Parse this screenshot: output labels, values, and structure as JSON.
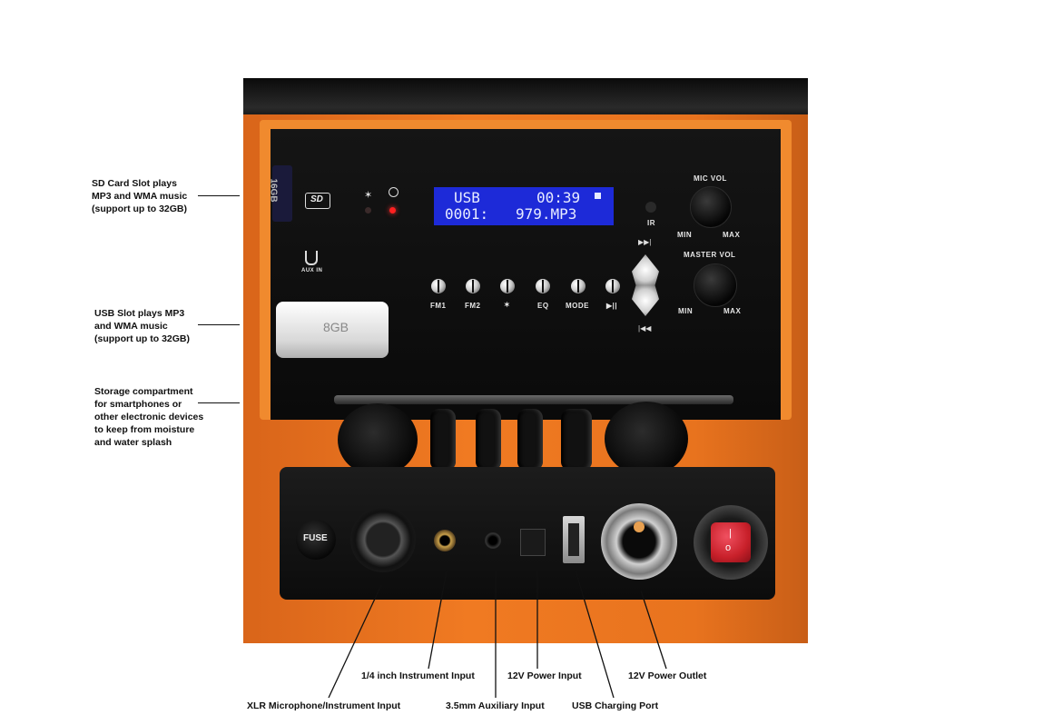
{
  "callouts": {
    "sd": [
      "SD Card Slot plays",
      "MP3 and WMA music",
      "(support up to 32GB)"
    ],
    "usb": [
      "USB Slot plays MP3",
      "and WMA music",
      "(support up to 32GB)"
    ],
    "storage": [
      "Storage compartment",
      "for smartphones or",
      "other electronic devices",
      "to keep from moisture",
      "and water splash"
    ],
    "instrument": "1/4 inch Instrument Input",
    "power_in": "12V Power Input",
    "power_out": "12V Power Outlet",
    "xlr": "XLR Microphone/Instrument Input",
    "aux": "3.5mm Auxiliary Input",
    "usb_charge": "USB Charging Port"
  },
  "lcd": {
    "line1_left": "USB",
    "line1_right": "00:39",
    "line2_left": "0001:",
    "line2_right": "979.MP3"
  },
  "panel_labels": {
    "mic_vol": "MIC VOL",
    "master_vol": "MASTER VOL",
    "min": "MIN",
    "max": "MAX",
    "ir": "IR",
    "aux_in": "AUX IN",
    "fm1": "FM1",
    "fm2": "FM2",
    "eq": "EQ",
    "mode": "MODE",
    "fuse": "FUSE",
    "usb_stick": "8GB",
    "sd_card": "16GB",
    "sd_logo": "SD"
  },
  "icons": [
    "bluetooth-icon",
    "power-icon",
    "next-track-icon",
    "prev-track-icon",
    "play-pause-icon",
    "lock-icon"
  ],
  "colors": {
    "orange": "#e8731e",
    "panel": "#111111",
    "lcd_blue": "#1d2ad8",
    "switch_red": "#c8202a"
  }
}
